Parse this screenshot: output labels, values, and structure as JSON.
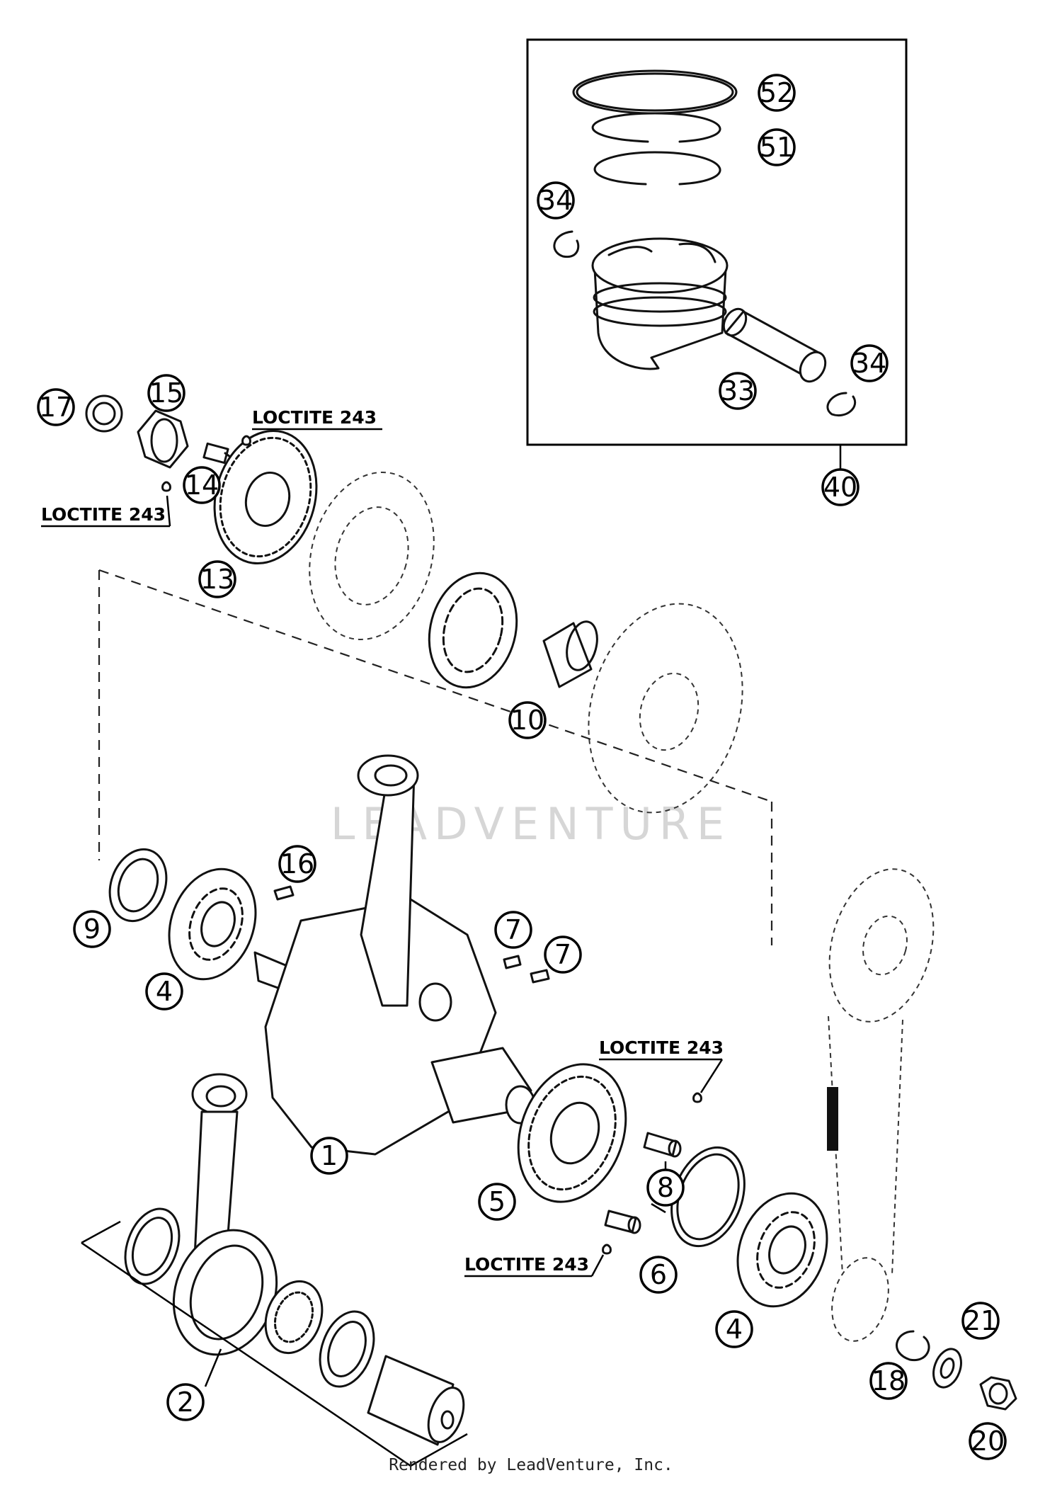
{
  "watermark": "LEADVENTURE",
  "footer": "Rendered by LeadVenture, Inc.",
  "notes": {
    "loctite_top": "LOCTITE 243",
    "loctite_left": "LOCTITE 243",
    "loctite_right": "LOCTITE 243",
    "loctite_bottom": "LOCTITE 243"
  },
  "callouts": {
    "p1": "1",
    "p2": "2",
    "p4a": "4",
    "p4b": "4",
    "p5": "5",
    "p6": "6",
    "p7a": "7",
    "p7b": "7",
    "p8": "8",
    "p9": "9",
    "p10": "10",
    "p13": "13",
    "p14": "14",
    "p15": "15",
    "p16": "16",
    "p17": "17",
    "p18": "18",
    "p20": "20",
    "p21": "21",
    "p33": "33",
    "p34a": "34",
    "p34b": "34",
    "p40": "40",
    "p51": "51",
    "p52": "52"
  }
}
